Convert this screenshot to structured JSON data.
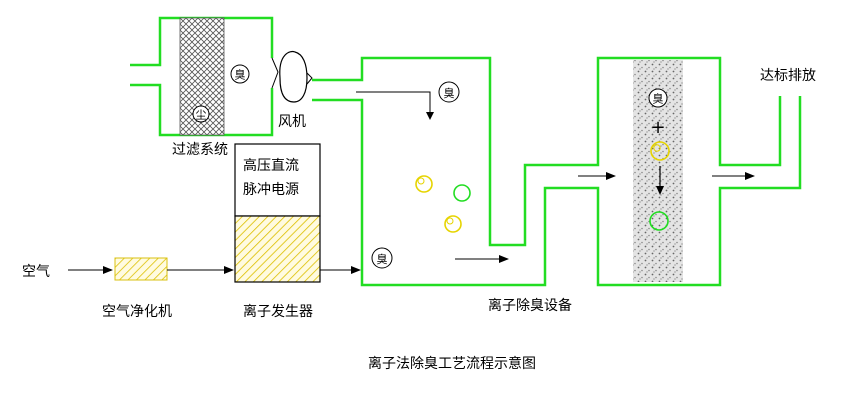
{
  "labels": {
    "filter_system": "过滤系统",
    "fan": "风机",
    "hv_power_line1": "高压直流",
    "hv_power_line2": "脉冲电源",
    "air": "空气",
    "air_purifier": "空气净化机",
    "ion_generator": "离子发生器",
    "ion_deodorizer": "离子除臭设备",
    "discharge": "达标排放",
    "caption": "离子法除臭工艺流程示意图"
  },
  "symbols": {
    "odor": "臭",
    "dust": "尘",
    "plus": "+"
  },
  "colors": {
    "pipe_green": "#22dd22",
    "ion_yellow": "#e6d400",
    "purifier_fill": "#fff39a",
    "purifier_border": "#d8c010",
    "generator_hatch": "#ddc000"
  }
}
